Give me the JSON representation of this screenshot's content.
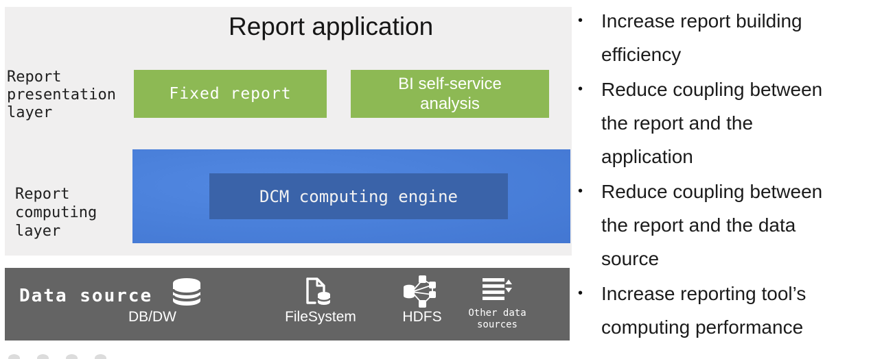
{
  "architecture": {
    "title": "Report application",
    "presentation_layer": {
      "label": "Report\npresentation\nlayer",
      "boxes": [
        {
          "label": "Fixed report"
        },
        {
          "label": "BI self-service\nanalysis"
        }
      ]
    },
    "computing_layer": {
      "label": "Report\ncomputing\nlayer",
      "engine_label": "DCM computing engine"
    },
    "data_source_bar": {
      "label": "Data source",
      "sources": [
        {
          "icon": "database-icon",
          "label": "DB/DW"
        },
        {
          "icon": "file-database-icon",
          "label": "FileSystem"
        },
        {
          "icon": "distributed-storage-icon",
          "label": "HDFS"
        },
        {
          "icon": "list-sort-icon",
          "label": "Other data\nsources"
        }
      ]
    }
  },
  "benefits": {
    "bullet_glyph": "•",
    "items": [
      {
        "text": "Increase report building\nefficiency"
      },
      {
        "text": "Reduce coupling between\nthe report and the\napplication"
      },
      {
        "text": "Reduce coupling between\nthe report and the data\nsource"
      },
      {
        "text": "Increase reporting tool’s\ncomputing performance"
      }
    ]
  },
  "colors": {
    "box_green": "#8db954",
    "band_blue": "#4a80da",
    "engine_blue": "#3a63a9",
    "bar_gray": "#646464",
    "panel_gray": "#f0efef",
    "text_dark": "#1b1b1b",
    "white": "#ffffff"
  }
}
